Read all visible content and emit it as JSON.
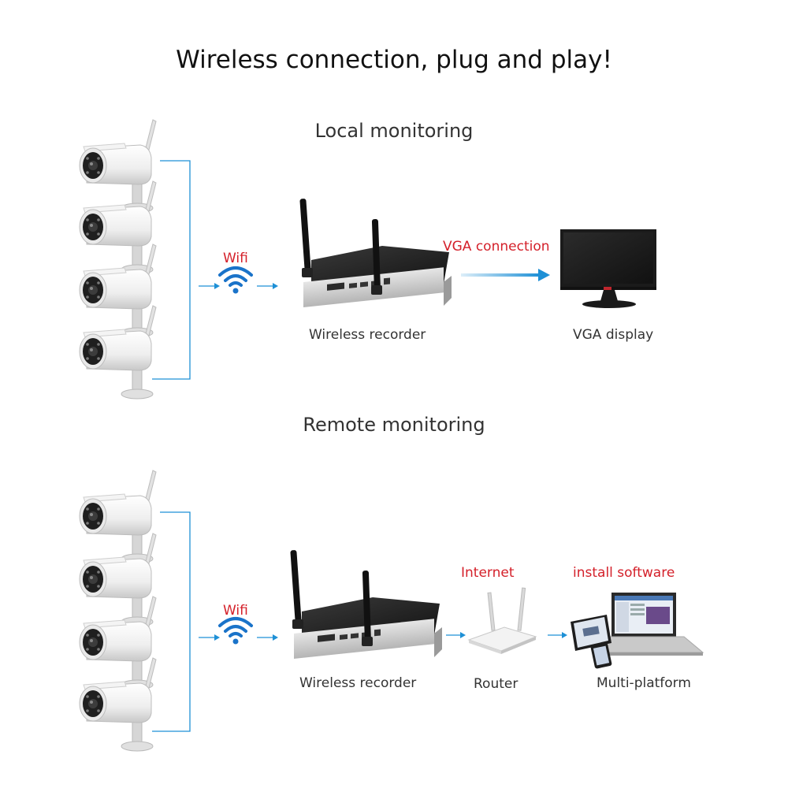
{
  "title": "Wireless connection, plug and play!",
  "local": {
    "heading": "Local monitoring",
    "wifi_label": "Wifi",
    "recorder_label": "Wireless recorder",
    "connection_label": "VGA connection",
    "display_label": "VGA display"
  },
  "remote": {
    "heading": "Remote monitoring",
    "wifi_label": "Wifi",
    "recorder_label": "Wireless recorder",
    "internet_label": "Internet",
    "router_label": "Router",
    "software_label": "install software",
    "platform_label": "Multi-platform"
  },
  "colors": {
    "accent_blue": "#1e90d6",
    "label_red": "#d4202a",
    "wifi_blue": "#1a73c9"
  },
  "icons": [
    "camera-icon",
    "wifi-icon",
    "recorder-icon",
    "monitor-icon",
    "router-icon",
    "laptop-icon",
    "tablet-icon",
    "phone-icon"
  ]
}
